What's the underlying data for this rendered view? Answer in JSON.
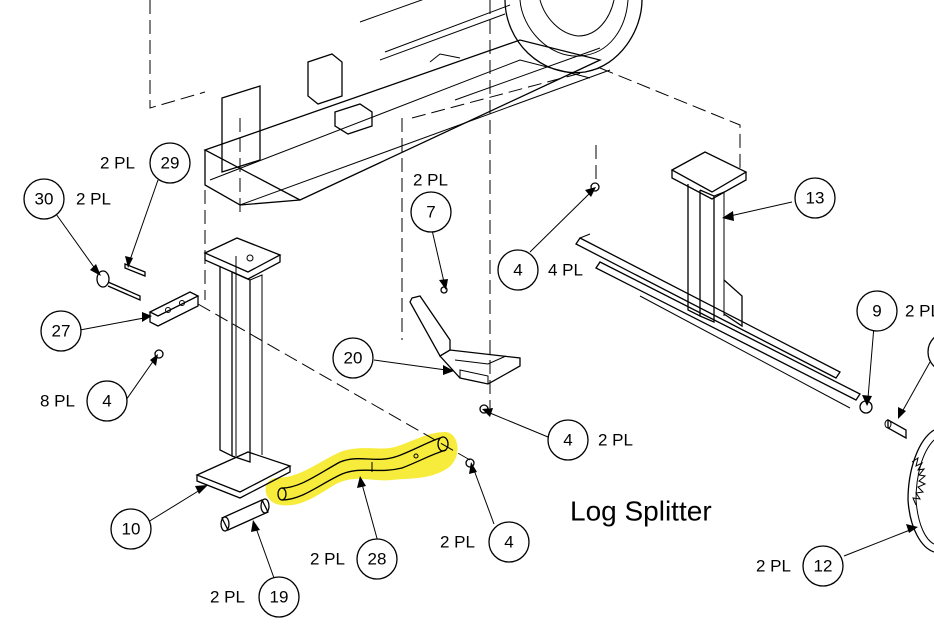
{
  "title": "Log Splitter",
  "highlight_color": "#f7ec3c",
  "callouts": [
    {
      "part": "29",
      "qty": "2 PL"
    },
    {
      "part": "30",
      "qty": "2 PL"
    },
    {
      "part": "27",
      "qty": ""
    },
    {
      "part": "4",
      "qty": "8 PL"
    },
    {
      "part": "10",
      "qty": ""
    },
    {
      "part": "19",
      "qty": "2 PL"
    },
    {
      "part": "28",
      "qty": "2 PL"
    },
    {
      "part": "4",
      "qty": "2 PL"
    },
    {
      "part": "7",
      "qty": "2 PL"
    },
    {
      "part": "20",
      "qty": ""
    },
    {
      "part": "4",
      "qty": "2 PL"
    },
    {
      "part": "4",
      "qty": "4 PL"
    },
    {
      "part": "13",
      "qty": ""
    },
    {
      "part": "9",
      "qty": "2 PL"
    },
    {
      "part": "12",
      "qty": "2 PL"
    }
  ]
}
